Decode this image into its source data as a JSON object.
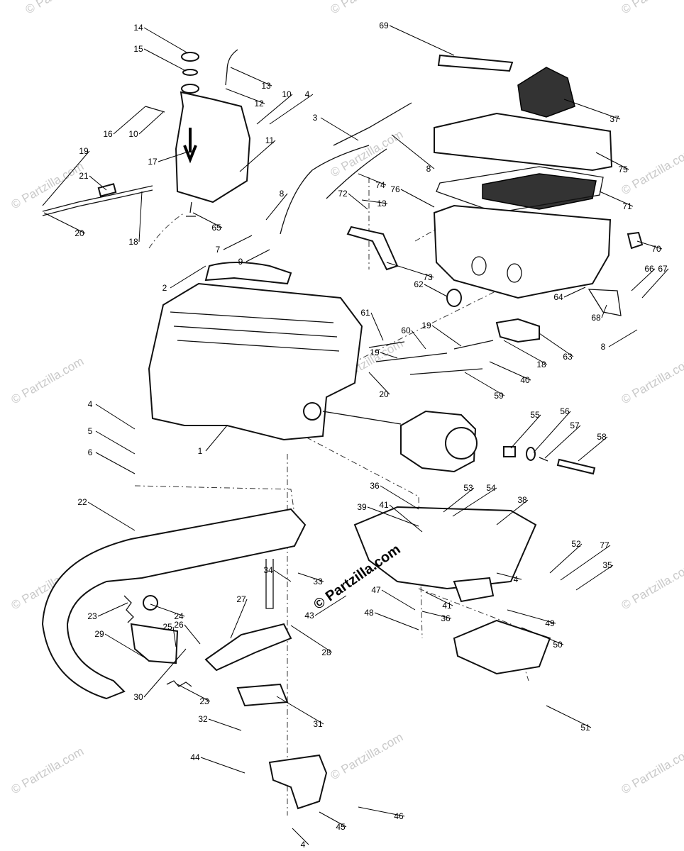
{
  "watermark": {
    "text": "© Partzilla.com"
  },
  "callouts": [
    "1",
    "2",
    "3",
    "4",
    "5",
    "6",
    "7",
    "8",
    "9",
    "10",
    "11",
    "12",
    "13",
    "14",
    "15",
    "16",
    "17",
    "18",
    "19",
    "20",
    "21",
    "22",
    "23",
    "24",
    "25",
    "26",
    "27",
    "28",
    "29",
    "30",
    "31",
    "32",
    "33",
    "34",
    "35",
    "36",
    "37",
    "38",
    "39",
    "40",
    "41",
    "43",
    "44",
    "45",
    "46",
    "47",
    "48",
    "49",
    "50",
    "51",
    "52",
    "53",
    "54",
    "55",
    "56",
    "57",
    "58",
    "59",
    "60",
    "61",
    "62",
    "63",
    "64",
    "65",
    "66",
    "67",
    "68",
    "69",
    "70",
    "71",
    "72",
    "73",
    "74",
    "75",
    "76",
    "77"
  ]
}
